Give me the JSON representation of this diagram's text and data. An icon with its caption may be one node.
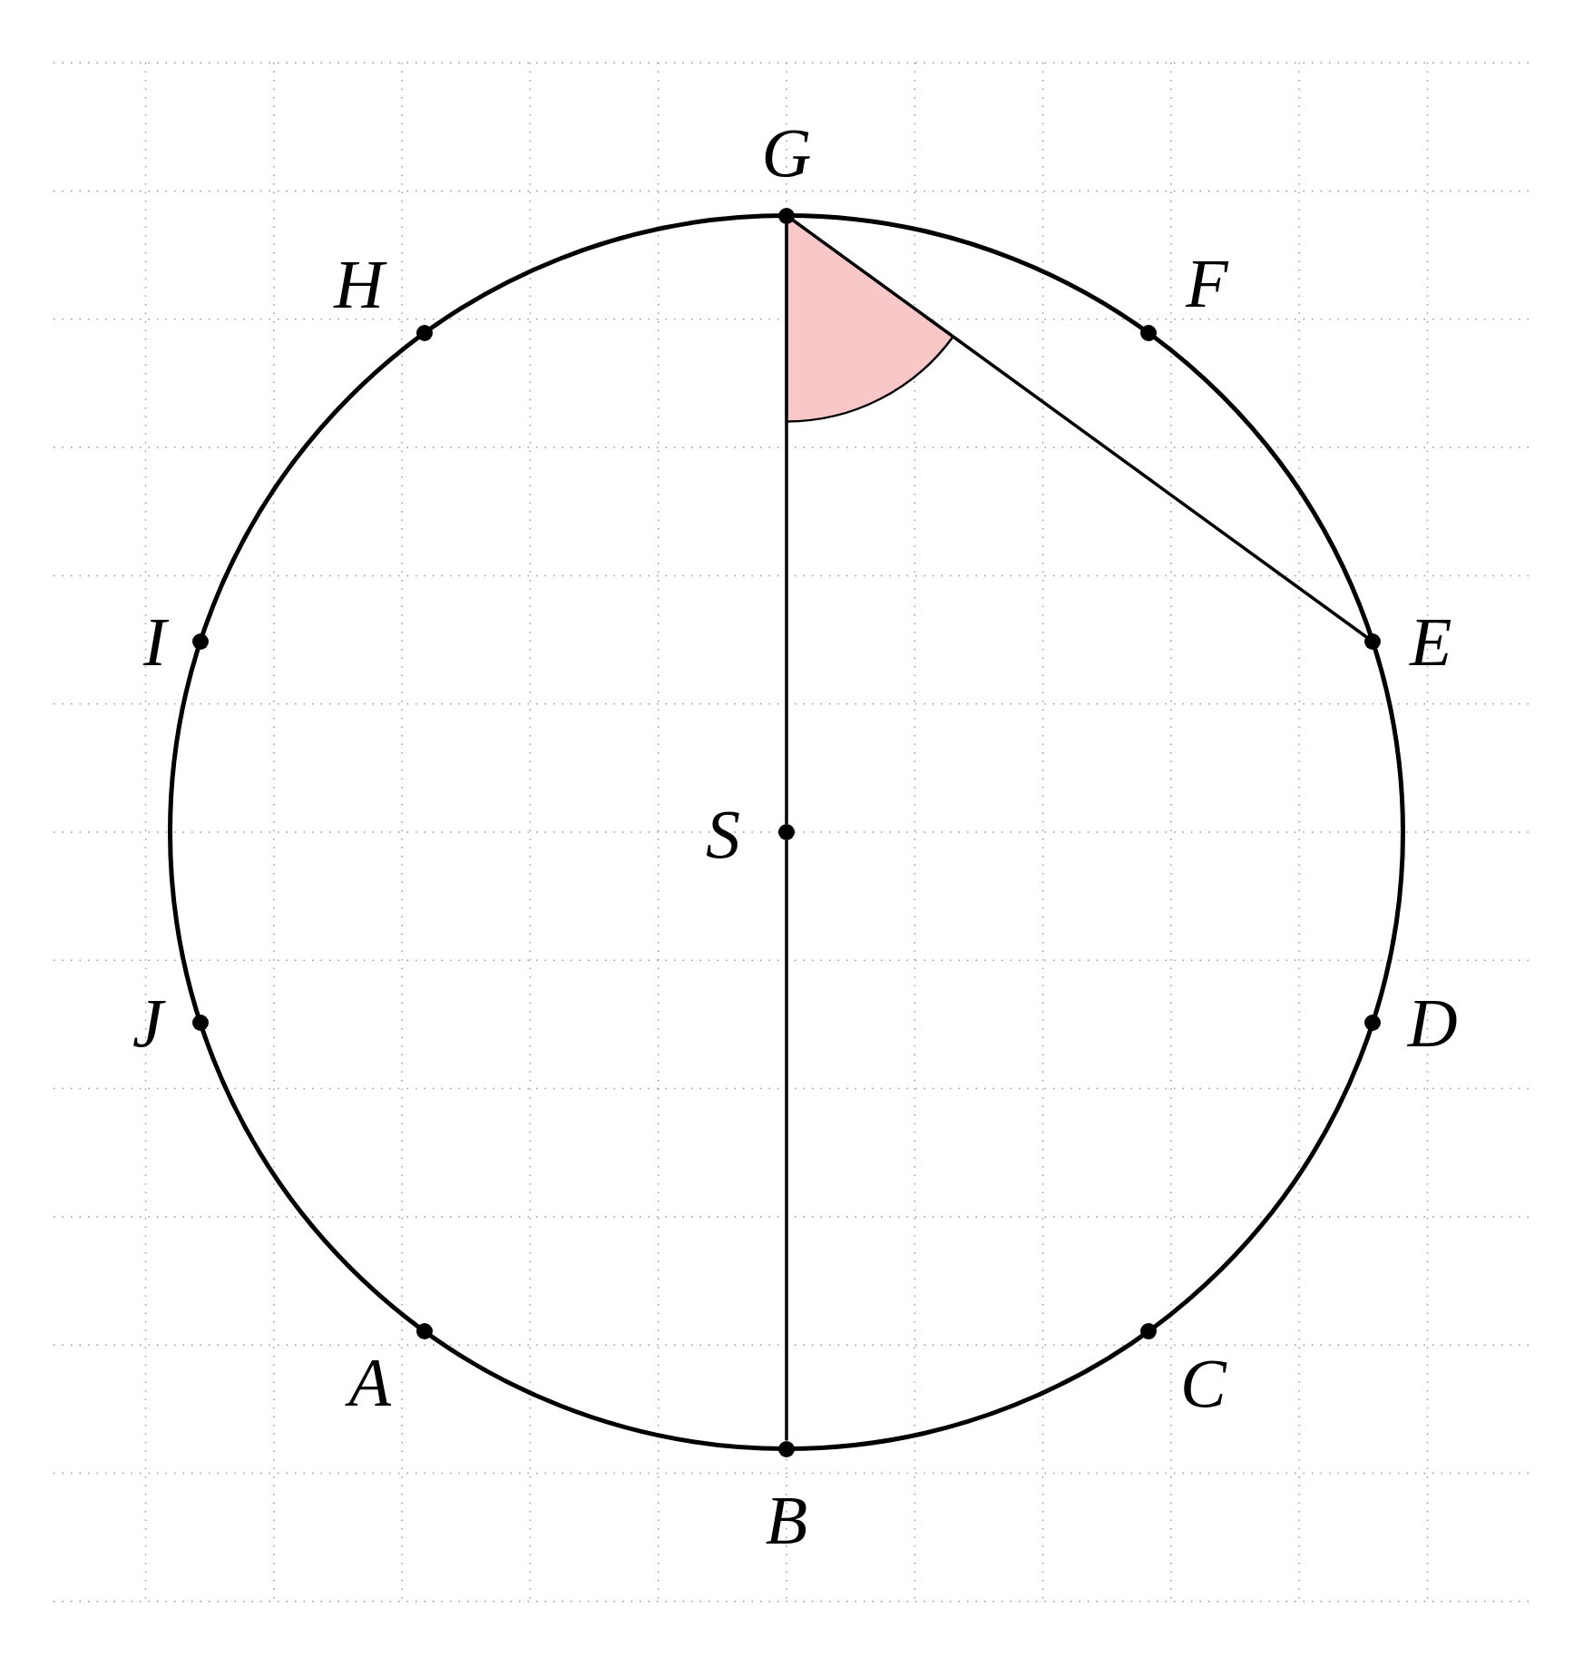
{
  "diagram": {
    "nodes": [
      {
        "text": [
          "G"
        ]
      },
      {
        "text": [
          "H"
        ]
      },
      {
        "text": [
          "F"
        ]
      },
      {
        "text": [
          "I"
        ]
      },
      {
        "text": [
          "E"
        ]
      },
      {
        "text": [
          "S"
        ]
      },
      {
        "text": [
          "J"
        ]
      },
      {
        "text": [
          "D"
        ]
      },
      {
        "text": [
          "A"
        ]
      },
      {
        "text": [
          "C"
        ]
      },
      {
        "text": [
          "B"
        ]
      }
    ],
    "edges": [
      {
        "from": 0,
        "to": 5,
        "arrow": "none"
      },
      {
        "from": 5,
        "to": 10,
        "arrow": "none"
      },
      {
        "from": 0,
        "to": 4,
        "arrow": "none"
      }
    ]
  }
}
